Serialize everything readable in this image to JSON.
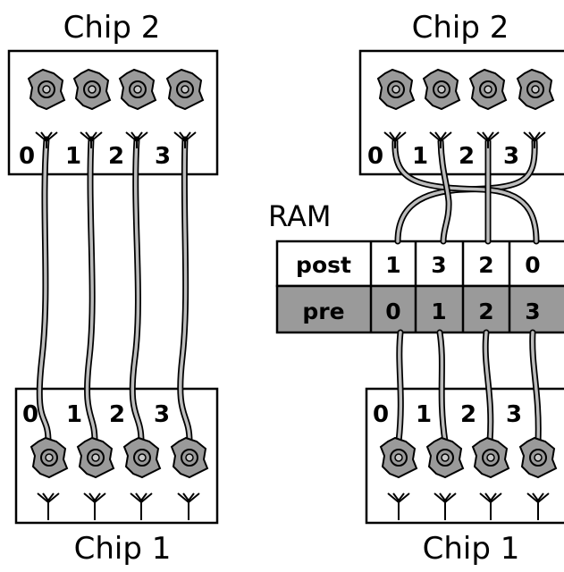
{
  "left_panel": {
    "top_chip_label": "Chip 2",
    "bottom_chip_label": "Chip 1",
    "top_indices": [
      "0",
      "1",
      "2",
      "3"
    ],
    "bottom_indices": [
      "0",
      "1",
      "2",
      "3"
    ]
  },
  "right_panel": {
    "top_chip_label": "Chip 2",
    "bottom_chip_label": "Chip 1",
    "top_indices": [
      "0",
      "1",
      "2",
      "3"
    ],
    "bottom_indices": [
      "0",
      "1",
      "2",
      "3"
    ],
    "ram": {
      "label": "RAM",
      "post_label": "post",
      "pre_label": "pre",
      "post_values": [
        "1",
        "3",
        "2",
        "0"
      ],
      "pre_values": [
        "0",
        "1",
        "2",
        "3"
      ]
    }
  },
  "colors": {
    "neuron_fill": "#9a9a9a",
    "pre_row_fill": "#9a9a9a",
    "wire_core": "#bdbdbd"
  }
}
